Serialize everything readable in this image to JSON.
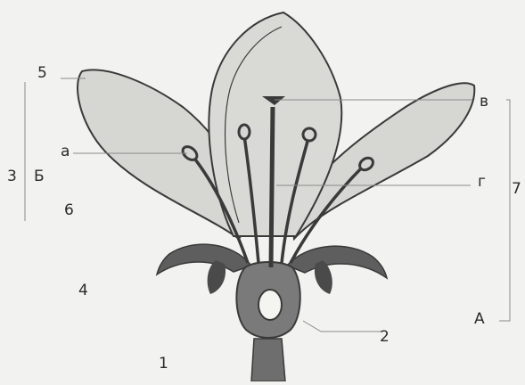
{
  "diagram": {
    "labels": {
      "n1": "1",
      "n2": "2",
      "n3": "3",
      "n4": "4",
      "n5": "5",
      "n6": "6",
      "n7": "7",
      "A": "А",
      "B": "Б",
      "a": "а",
      "v": "в",
      "g": "г"
    },
    "colors": {
      "background": "#f2f2f0",
      "petal_fill": "#d6d6d2",
      "outline": "#3a3a3a",
      "dark_part": "#555555",
      "stem": "#6e6e6e",
      "ovule": "#f4f4f0",
      "leader": "#8a8a8a"
    }
  }
}
